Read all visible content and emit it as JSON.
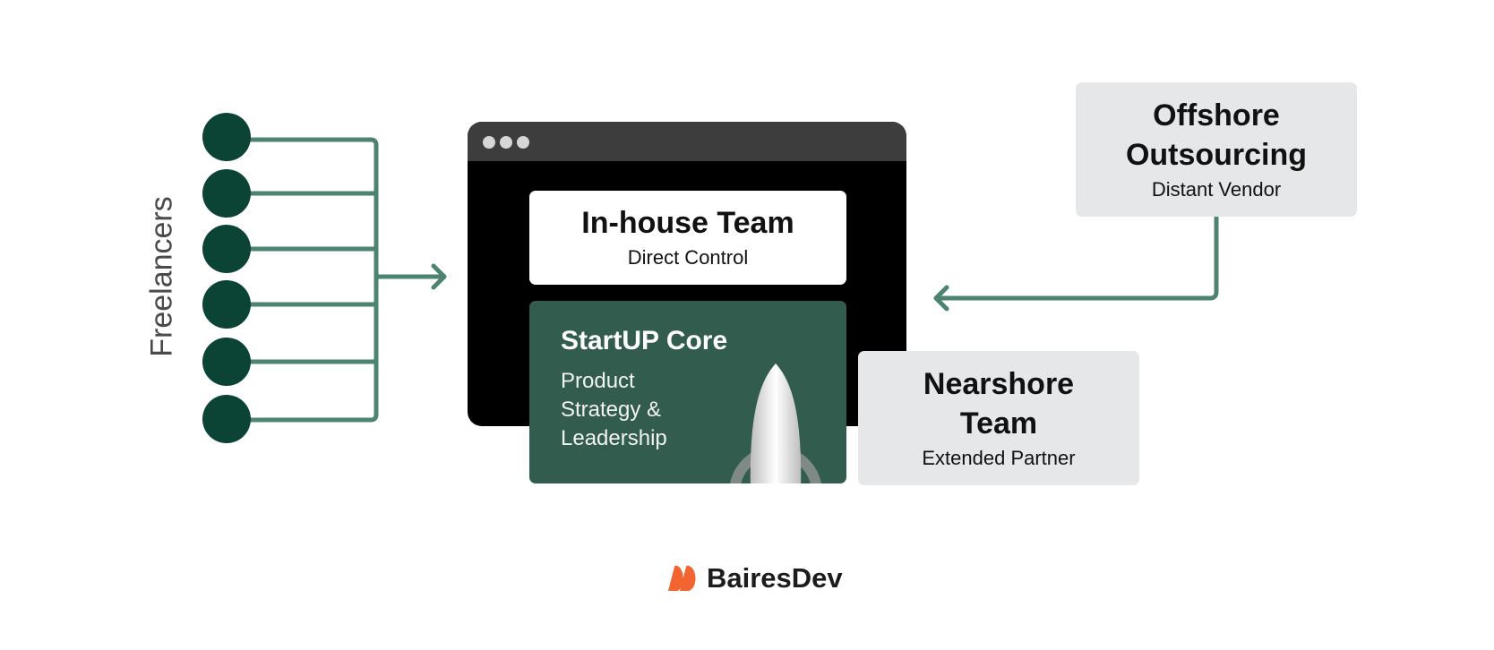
{
  "freelancers": {
    "label": "Freelancers",
    "count": 6,
    "dot_color": "#0b4435",
    "line_color": "#4c8471"
  },
  "browser_window": {
    "inhouse": {
      "title": "In-house Team",
      "subtitle": "Direct Control"
    },
    "startup": {
      "title": "StartUP Core",
      "subtitle": "Product Strategy & Leadership",
      "subtitle_lines": [
        "Product",
        "Strategy &",
        "Leadership"
      ],
      "icon": "rocket-icon",
      "color": "#325c4d"
    }
  },
  "offshore": {
    "title_lines": [
      "Offshore",
      "Outsourcing"
    ],
    "subtitle": "Distant Vendor"
  },
  "nearshore": {
    "title_lines": [
      "Nearshore",
      "Team"
    ],
    "subtitle": "Extended Partner"
  },
  "brand": {
    "name": "BairesDev",
    "logo_icon": "bairesdev-logo-icon",
    "logo_color": "#f26531"
  }
}
